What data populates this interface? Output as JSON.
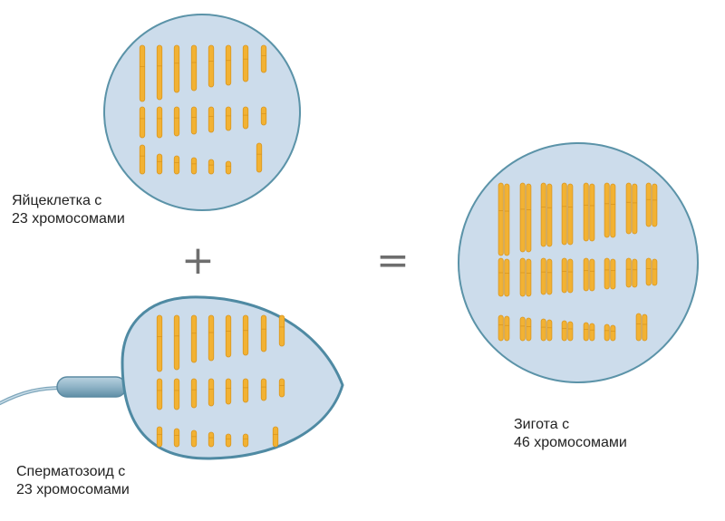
{
  "labels": {
    "egg": [
      "Яйцеклетка с",
      "23 хромосомами"
    ],
    "sperm": [
      "Сперматозоид с",
      "23 хромосомами"
    ],
    "zygote": [
      "Зигота с",
      "46 хромосомами"
    ]
  },
  "symbols": {
    "plus": "+",
    "equals": "="
  },
  "colors": {
    "cell_fill": "#ccdceb",
    "cell_outline": "#5b93a8",
    "chromosome": "#f2b233",
    "chromosome_edge": "#d99620",
    "symbol": "#6e6e6e",
    "text": "#222222"
  },
  "chromosome_counts": {
    "egg": 23,
    "sperm": 23,
    "zygote": 46
  }
}
